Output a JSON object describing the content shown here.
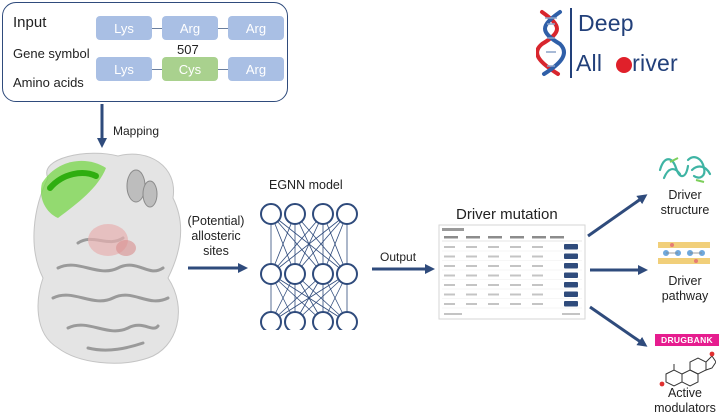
{
  "input_panel": {
    "title": "Input",
    "gene_symbol_label": "Gene symbol",
    "amino_acids_label": "Amino acids",
    "position": "507",
    "wild_type_row": [
      "Lys",
      "Arg",
      "Arg"
    ],
    "mutant_row": [
      "Lys",
      "Cys",
      "Arg"
    ]
  },
  "logo": {
    "line1": "Deep",
    "line2_prefix": "All",
    "line2_suffix": "river"
  },
  "mapping_label": "Mapping",
  "model": {
    "title": "EGNN model",
    "input_label": "(Potential)\nallosteric\nsites",
    "output_label": "Output"
  },
  "driver_mutation": {
    "title": "Driver mutation"
  },
  "outputs": [
    {
      "label": "Driver\nstructure"
    },
    {
      "label": "Driver\npathway"
    },
    {
      "label": "Active\nmodulators",
      "badge": "DRUGBANK"
    }
  ],
  "colors": {
    "arrow": "#2f4b7c",
    "panel_border": "#2f4b7c",
    "wild_type_box": "#a9bfe4",
    "mutant_box": "#a9d18e",
    "logo_text": "#22407a",
    "logo_red": "#e0202a",
    "logo_blue": "#2c6fd4",
    "drugbank_badge": "#e61d8f",
    "table_button": "#2f4b7c"
  }
}
